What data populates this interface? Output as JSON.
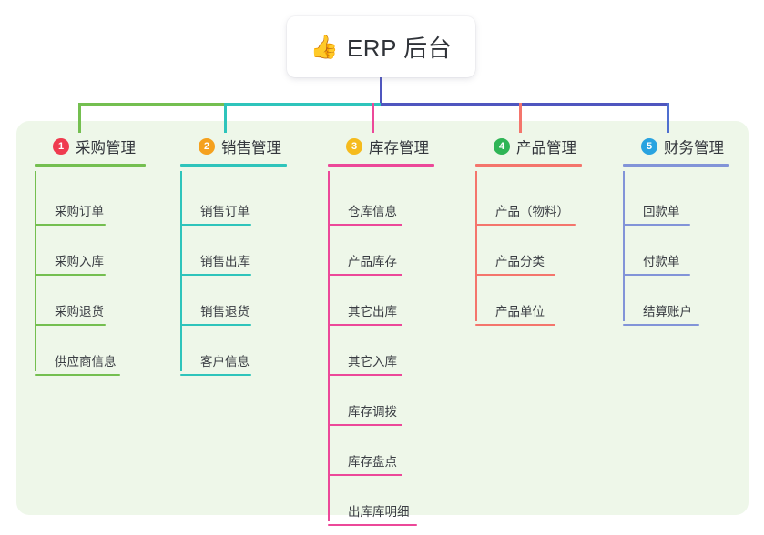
{
  "root": {
    "icon": "thumbs-up-icon",
    "icon_glyph": "👍",
    "title": "ERP 后台"
  },
  "palette": {
    "panel_background": "#eef7e9",
    "page_background": "#ffffff",
    "trunk": "#4f56bf",
    "bus": "#4f56bf",
    "text": "#33363c"
  },
  "columns": [
    {
      "index": "1",
      "title": "采购管理",
      "badge_color": "#ef3b4f",
      "line_color": "#74bf50",
      "drop_color": "#74bf50",
      "rule_width": 122,
      "items": [
        {
          "label": "采购订单",
          "rule_width": 78
        },
        {
          "label": "采购入库",
          "rule_width": 78
        },
        {
          "label": "采购退货",
          "rule_width": 78
        },
        {
          "label": "供应商信息",
          "rule_width": 94
        }
      ]
    },
    {
      "index": "2",
      "title": "销售管理",
      "badge_color": "#f5a11e",
      "line_color": "#2ec4bb",
      "drop_color": "#2ec4bb",
      "rule_width": 117,
      "items": [
        {
          "label": "销售订单",
          "rule_width": 78
        },
        {
          "label": "销售出库",
          "rule_width": 78
        },
        {
          "label": "销售退货",
          "rule_width": 78
        },
        {
          "label": "客户信息",
          "rule_width": 78
        }
      ]
    },
    {
      "index": "3",
      "title": "库存管理",
      "badge_color": "#f5bb1d",
      "line_color": "#ec4899",
      "drop_color": "#ec4899",
      "rule_width": 117,
      "items": [
        {
          "label": "仓库信息",
          "rule_width": 82
        },
        {
          "label": "产品库存",
          "rule_width": 82
        },
        {
          "label": "其它出库",
          "rule_width": 82
        },
        {
          "label": "其它入库",
          "rule_width": 82
        },
        {
          "label": "库存调拨",
          "rule_width": 82
        },
        {
          "label": "库存盘点",
          "rule_width": 82
        },
        {
          "label": "出库库明细",
          "rule_width": 98
        }
      ]
    },
    {
      "index": "4",
      "title": "产品管理",
      "badge_color": "#2fb556",
      "line_color": "#f4756c",
      "drop_color": "#f4756c",
      "rule_width": 117,
      "items": [
        {
          "label": "产品（物料）",
          "rule_width": 110
        },
        {
          "label": "产品分类",
          "rule_width": 88
        },
        {
          "label": "产品单位",
          "rule_width": 88
        }
      ]
    },
    {
      "index": "5",
      "title": "财务管理",
      "badge_color": "#29a3e0",
      "line_color": "#8294d8",
      "drop_color": "#4f6fd0",
      "rule_width": 117,
      "items": [
        {
          "label": "回款单",
          "rule_width": 74
        },
        {
          "label": "付款单",
          "rule_width": 74
        },
        {
          "label": "结算账户",
          "rule_width": 84
        }
      ]
    }
  ]
}
